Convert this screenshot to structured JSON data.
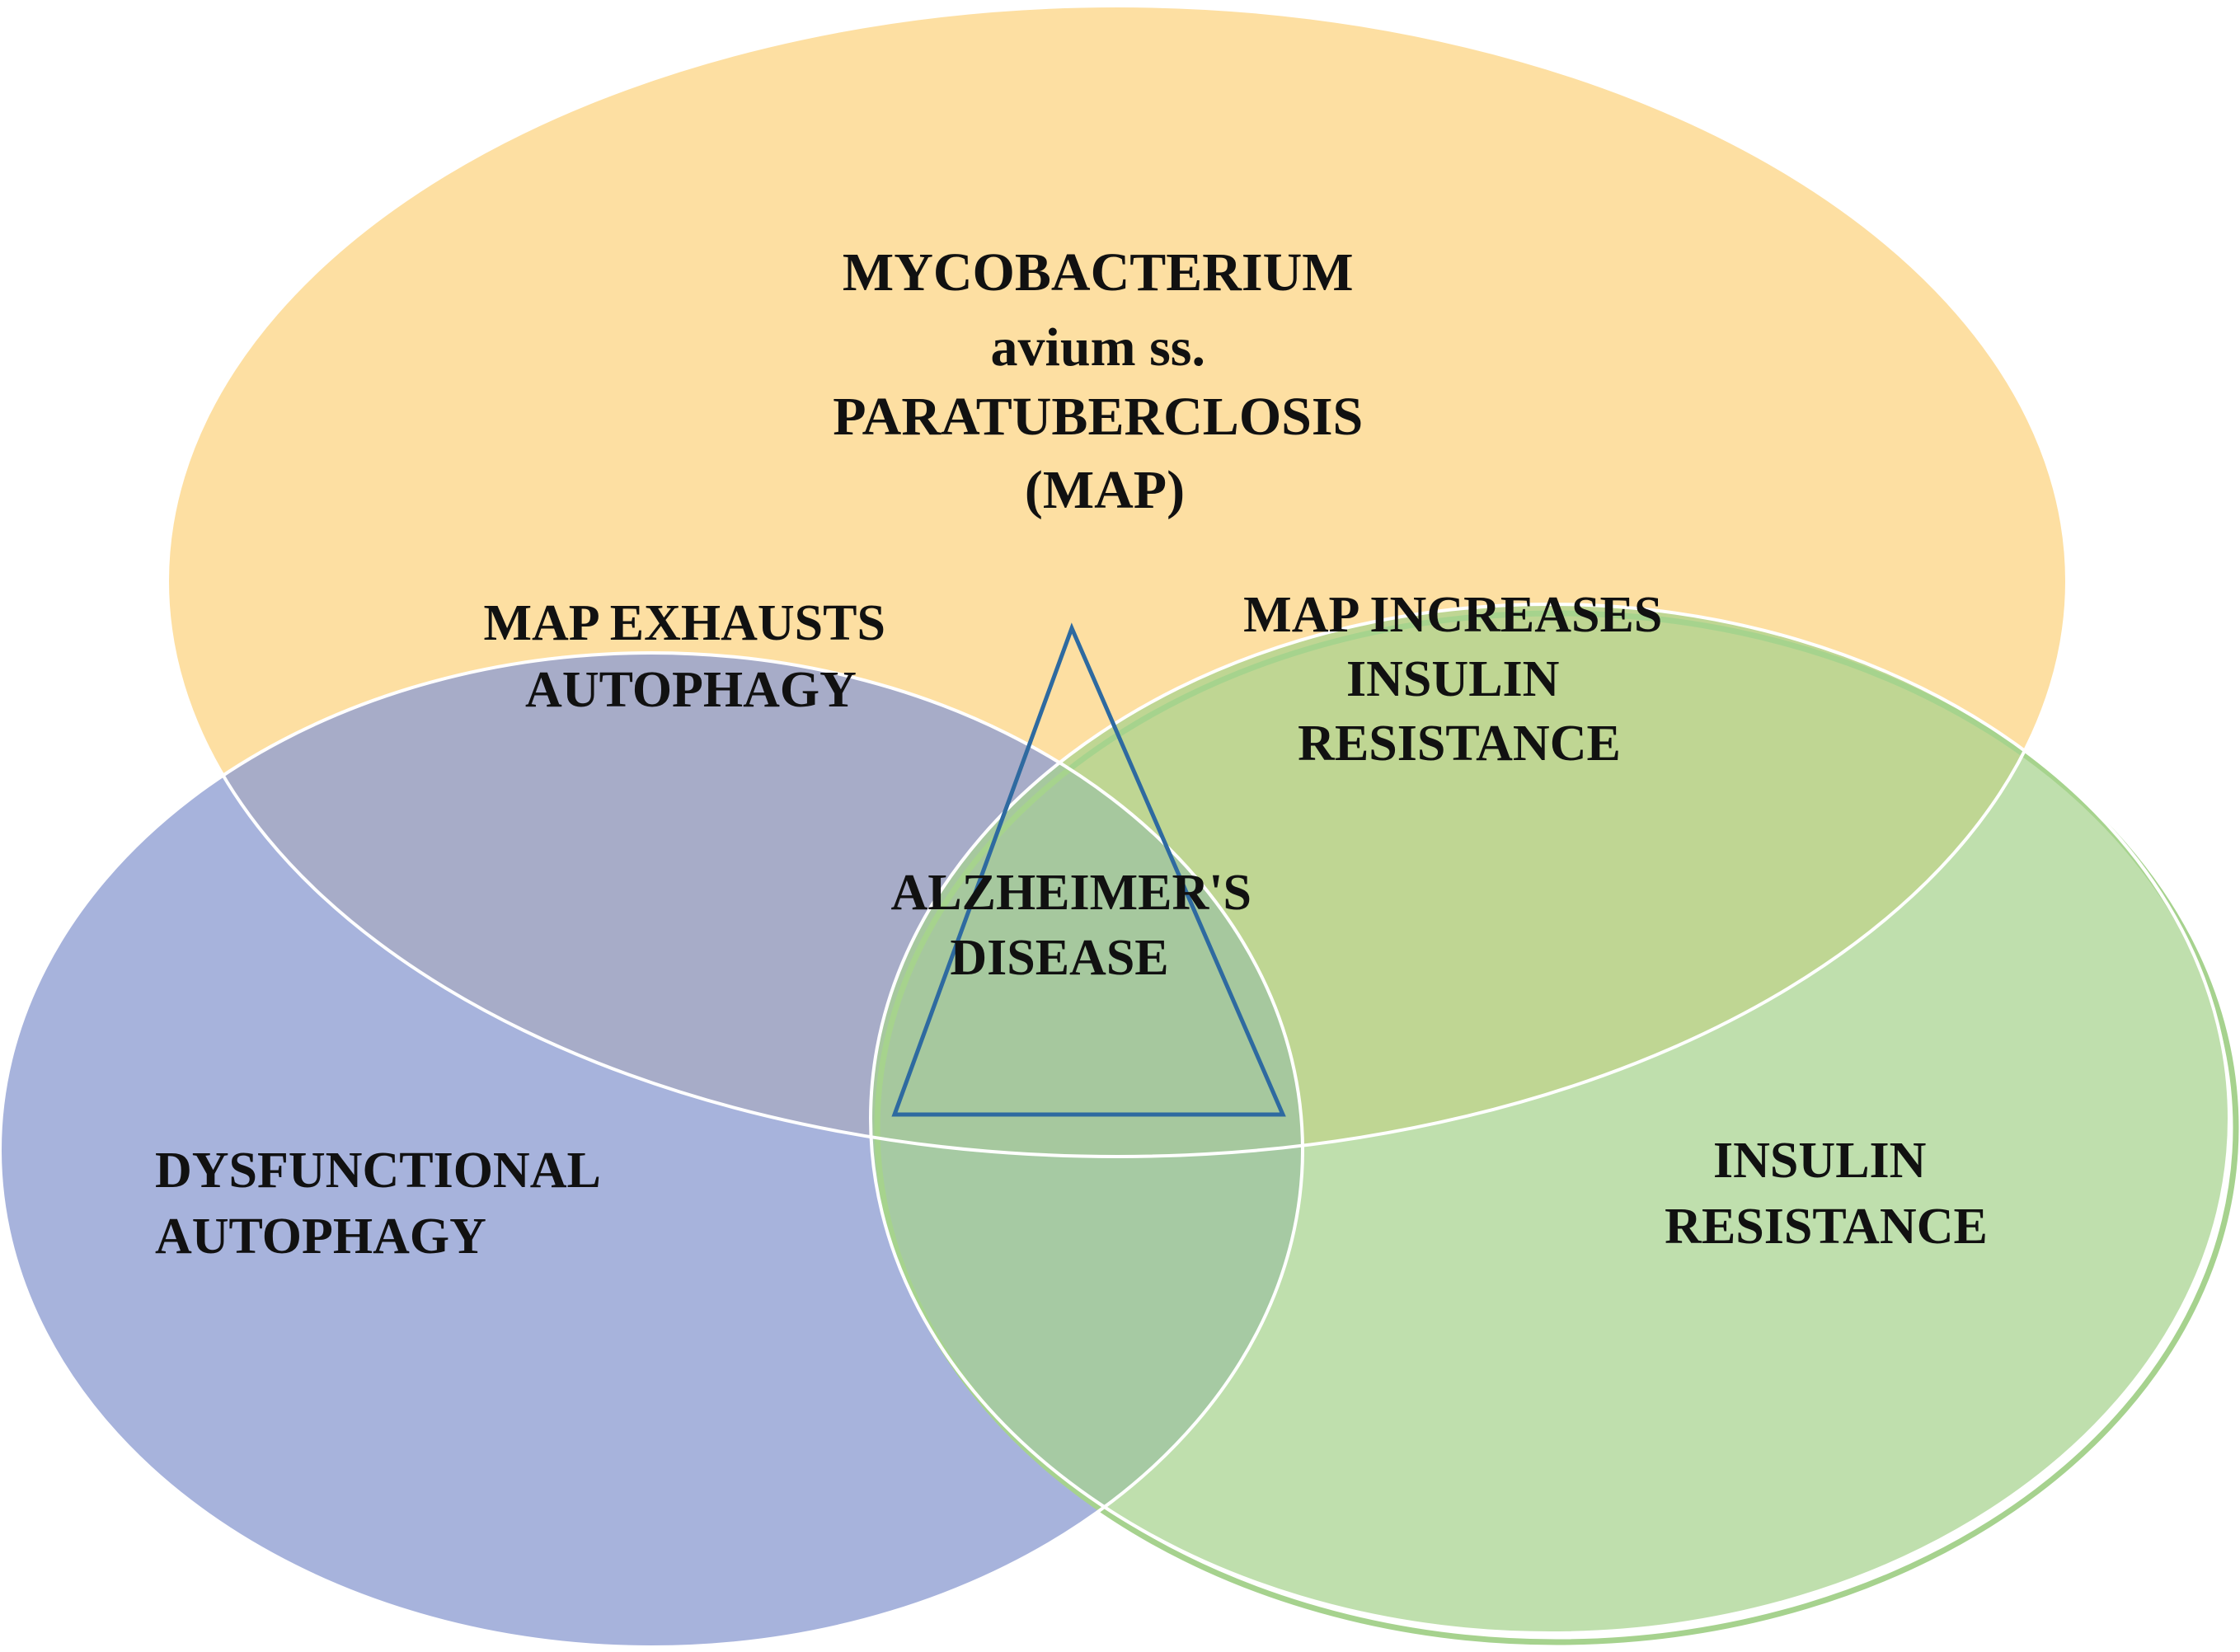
{
  "diagram": {
    "colors": {
      "map_circle": "#FDD992",
      "autophagy_circle": "#8E9ED2",
      "insulin_circle": "#A6D28E",
      "outline": "#FFFFFF",
      "triangle_stroke": "#2E6AA0",
      "text": "#111111"
    },
    "circles": {
      "map": {
        "lines": [
          "MYCOBACTERIUM",
          "avium ss.",
          "PARATUBERCLOSIS",
          "(MAP)"
        ]
      },
      "autophagy": {
        "lines": [
          "DYSFUNCTIONAL",
          "AUTOPHAGY"
        ]
      },
      "insulin": {
        "lines": [
          "INSULIN",
          "RESISTANCE"
        ]
      }
    },
    "overlaps": {
      "map_autophagy": {
        "lines": [
          "MAP EXHAUSTS",
          "AUTOPHAGY"
        ]
      },
      "map_insulin": {
        "lines": [
          "MAP INCREASES",
          "INSULIN",
          "RESISTANCE"
        ]
      }
    },
    "center": {
      "lines": [
        "ALZHEIMER'S",
        "DISEASE"
      ]
    }
  }
}
